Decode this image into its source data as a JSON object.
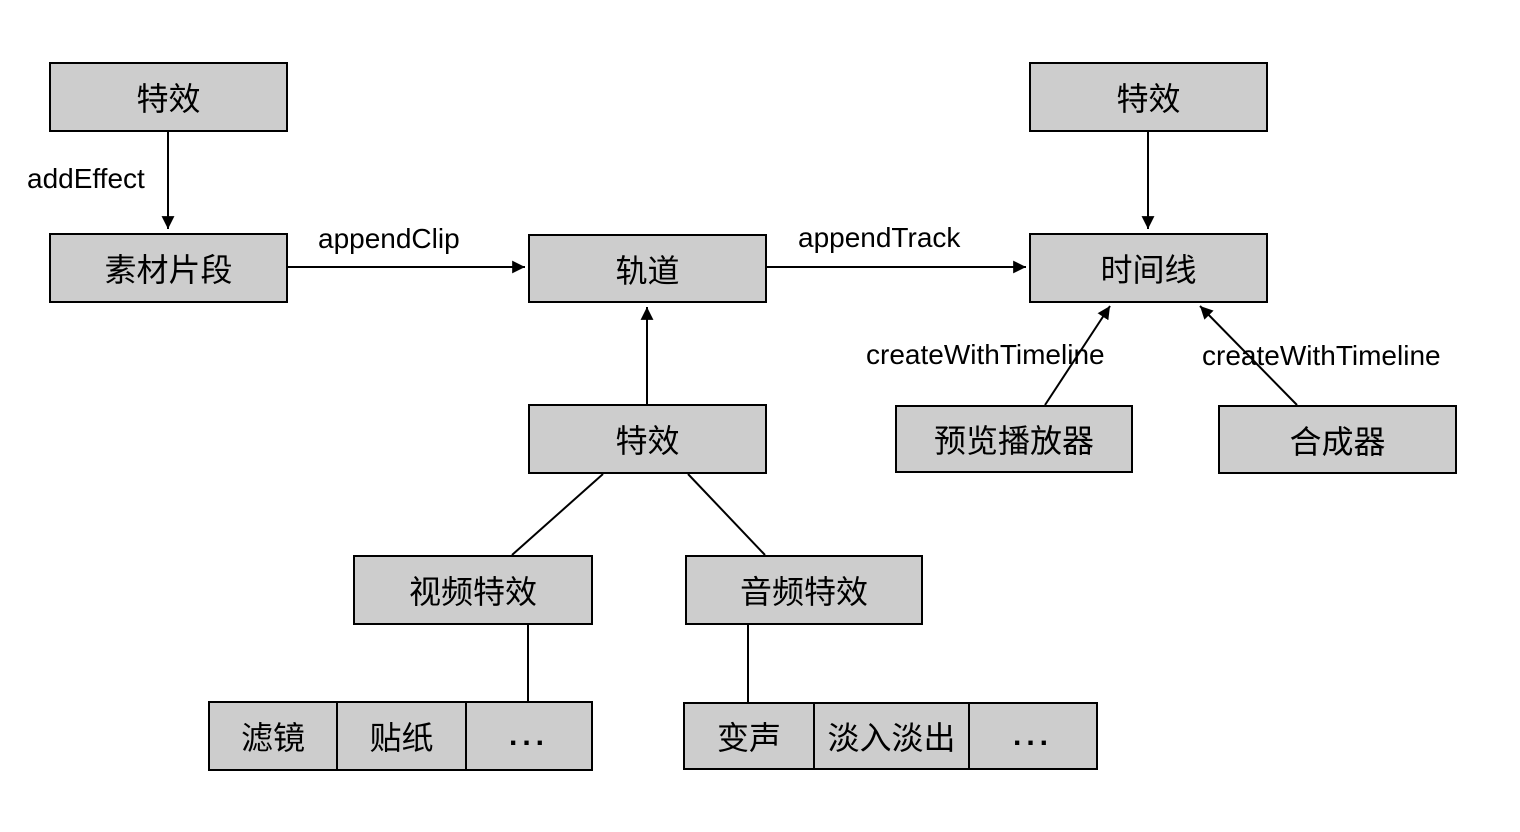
{
  "diagram": {
    "nodes": {
      "effect_top_left": "特效",
      "clip": "素材片段",
      "track": "轨道",
      "timeline": "时间线",
      "effect_top_right": "特效",
      "effect_mid": "特效",
      "preview_player": "预览播放器",
      "compositor": "合成器",
      "video_effect": "视频特效",
      "audio_effect": "音频特效"
    },
    "video_effect_items": [
      "滤镜",
      "贴纸",
      "..."
    ],
    "audio_effect_items": [
      "变声",
      "淡入淡出",
      "..."
    ],
    "edge_labels": {
      "add_effect": "addEffect",
      "append_clip": "appendClip",
      "append_track": "appendTrack",
      "create_with_timeline_left": "createWithTimeline",
      "create_with_timeline_right": "createWithTimeline"
    },
    "colors": {
      "node_fill": "#cdcdcd",
      "node_border": "#000000",
      "line": "#000000",
      "text": "#000000",
      "background": "#ffffff"
    }
  }
}
